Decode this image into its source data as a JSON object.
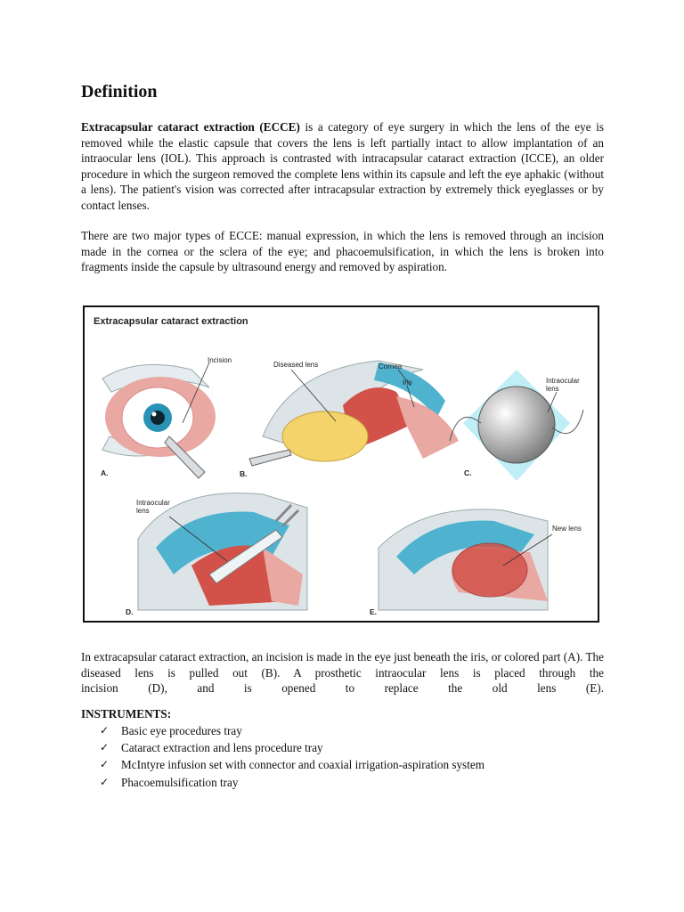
{
  "heading": "Definition",
  "intro": {
    "term": "Extracapsular cataract extraction (ECCE)",
    "text": " is a category of eye surgery in which the lens of the eye is removed while the elastic capsule that covers the lens is left partially intact to allow implantation of an intraocular lens (IOL). This approach is contrasted with intracapsular cataract extraction (ICCE), an older procedure in which the surgeon removed the complete lens within its capsule and left the eye aphakic (without a lens). The patient's vision was corrected after intracapsular extraction by extremely thick eyeglasses or by contact lenses."
  },
  "types_paragraph": "There are two major types of ECCE: manual expression, in which the lens is removed through an incision made in the cornea or the sclera of the eye; and phacoemulsification, in which the lens is broken into fragments inside the capsule by ultrasound energy and removed by aspiration.",
  "figure": {
    "title": "Extracapsular cataract extraction",
    "labels": {
      "incision": "Incision",
      "diseased_lens": "Diseased lens",
      "cornea": "Cornea",
      "iris": "Iris",
      "intraocular_lens_c": "Intraocular lens",
      "intraocular_lens_d": "Intraocular lens",
      "new_lens": "New lens"
    },
    "panels": {
      "a": "A.",
      "b": "B.",
      "c": "C.",
      "d": "D.",
      "e": "E."
    }
  },
  "caption": {
    "line1": "In extracapsular cataract extraction, an incision is made in the eye just beneath the iris, or colored part (A). The diseased lens is pulled out (B). A prosthetic intraocular lens is placed through the",
    "line2": "incision (D), and is opened to replace the old lens (E)."
  },
  "instruments": {
    "heading": "INSTRUMENTS:",
    "check_glyph": "✓",
    "items": [
      "Basic eye procedures tray",
      "Cataract extraction and lens procedure tray",
      "McIntyre infusion set with connector and coaxial irrigation-aspiration system",
      "Phacoemulsification tray"
    ]
  },
  "colors": {
    "cornea_blue": "#4fb3cf",
    "tissue_pink": "#e9a8a2",
    "muscle_red": "#d2524a",
    "lens_yellow": "#f3d36a",
    "iris_teal": "#2a93b5",
    "lens_gray": "#8c8c8c",
    "backdrop_cyan": "#bfeef7"
  }
}
